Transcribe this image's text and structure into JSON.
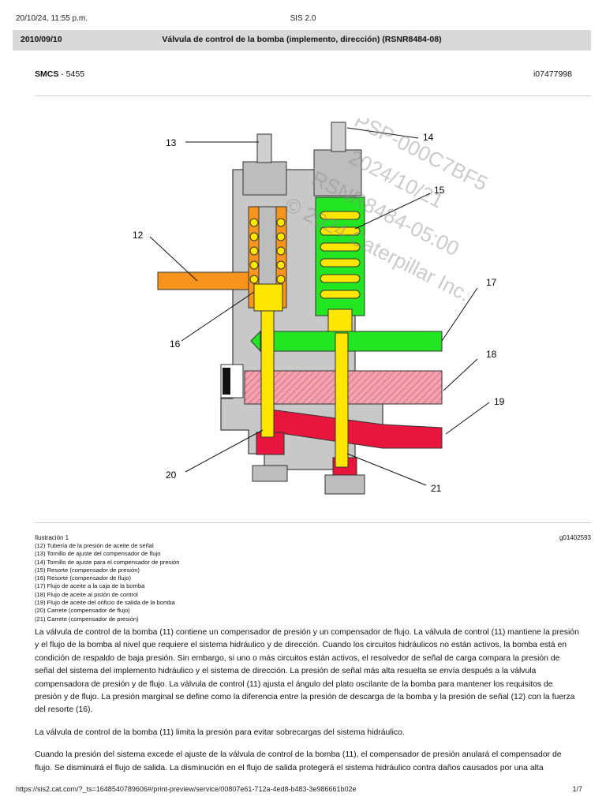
{
  "print_header": {
    "datetime": "20/10/24, 11:55 p.m.",
    "app_name": "SIS 2.0"
  },
  "doc_header": {
    "date": "2010/09/10",
    "title": "Válvula de control de la bomba (implemento, dirección) (RSNR8484-08)"
  },
  "meta": {
    "smcs_label": "SMCS",
    "smcs_value": "- 5455",
    "figure_id": "i07477998"
  },
  "illustration": {
    "callouts": [
      "13",
      "14",
      "15",
      "12",
      "17",
      "16",
      "18",
      "19",
      "20",
      "21"
    ],
    "watermark_lines": [
      "PSP-000C7BF5",
      "2024/10/21",
      "RSNR8484-05:00",
      "© 2024 Caterpillar Inc."
    ],
    "colors": {
      "orange": "#f7941d",
      "yellow": "#ffe600",
      "green": "#22e622",
      "red": "#e8163c",
      "pink": "#f2a3b0",
      "gray": "#c8c8c8"
    }
  },
  "caption": {
    "label": "Ilustración 1",
    "graphic_id": "g01402593",
    "legend": [
      "(12) Tubería de la presión de aceite de señal",
      "(13) Tornillo de ajuste del compensador de flujo",
      "(14) Tornillo de ajuste para el compensador de presión",
      "(15) Resorte (compensador de presión)",
      "(16) Resorte (compensador de flujo)",
      "(17) Flujo de aceite a la caja de la bomba",
      "(18) Flujo de aceite al pistón de control",
      "(19) Flujo de aceite del orificio de salida de la bomba",
      "(20) Carrete (compensador de flujo)",
      "(21) Carrete (compensador de presión)"
    ]
  },
  "body": {
    "paragraphs": [
      "La válvula de control de la bomba (11) contiene un compensador de presión y un compensador de flujo. La válvula de control (11) mantiene la presión y el flujo de la bomba al nivel que requiere el sistema hidráulico y de dirección. Cuando los circuitos hidráulicos no están activos, la bomba está en condición de respaldo de baja presión. Sin embargo, si uno o más circuitos están activos, el resolvedor de señal de carga compara la presión de señal del sistema del implemento hidráulico y el sistema de dirección. La presión de señal más alta resuelta se envía después a la válvula compensadora de presión y de flujo. La válvula de control (11) ajusta el ángulo del plato oscilante de la bomba para mantener los requisitos de presión y de flujo. La presión marginal se define como la diferencia entre la presión de descarga de la bomba y la presión de señal (12) con la fuerza del resorte (16).",
      "La válvula de control de la bomba (11) limita la presión para evitar sobrecargas del sistema hidráulico.",
      "Cuando la presión del sistema excede el ajuste de la válvula de control de la bomba (11), el compensador de presión anulará el compensador de flujo. Se disminuirá el flujo de salida. La disminución en el flujo de salida protegerá el sistema hidráulico contra daños causados por una alta"
    ]
  },
  "footer": {
    "url": "https://sis2.cat.com/?_ts=1648540789606#/print-preview/service/00807e61-712a-4ed8-b483-3e986661b02e",
    "page": "1/7"
  }
}
